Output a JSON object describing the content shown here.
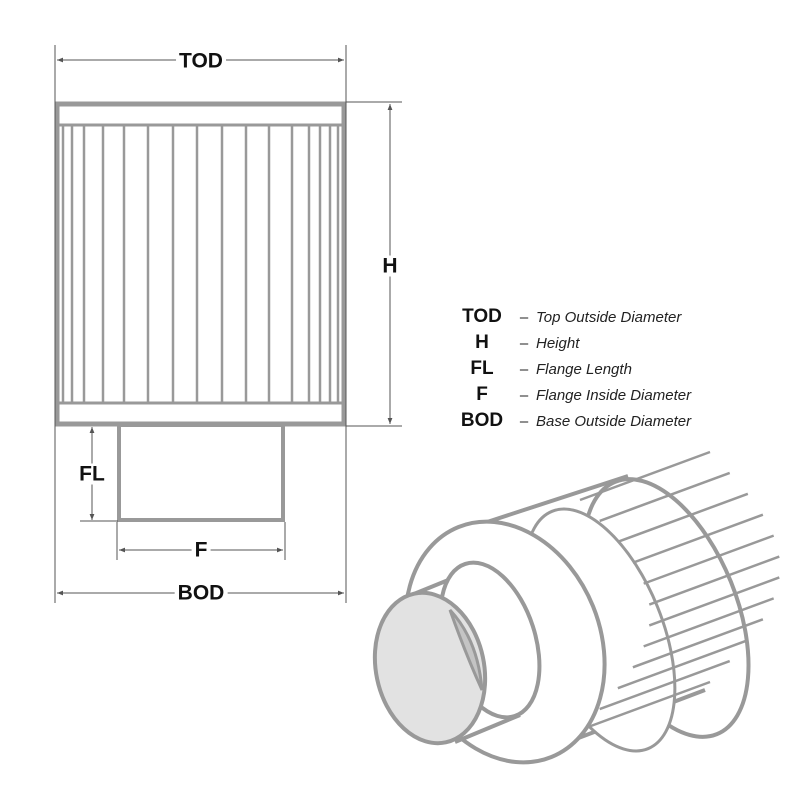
{
  "dimension_labels": {
    "tod": "TOD",
    "h": "H",
    "fl": "FL",
    "f": "F",
    "bod": "BOD"
  },
  "legend": [
    {
      "abbr": "TOD",
      "dash": "–",
      "desc": "Top Outside Diameter"
    },
    {
      "abbr": "H",
      "dash": "–",
      "desc": "Height"
    },
    {
      "abbr": "FL",
      "dash": "–",
      "desc": "Flange Length"
    },
    {
      "abbr": "F",
      "dash": "–",
      "desc": "Flange Inside Diameter"
    },
    {
      "abbr": "BOD",
      "dash": "–",
      "desc": "Base Outside Diameter"
    }
  ],
  "colors": {
    "outline": "#999999",
    "dimension_line": "#555555",
    "flange_face": "#e2e2e2",
    "flange_inner": "#c4c4c4"
  }
}
